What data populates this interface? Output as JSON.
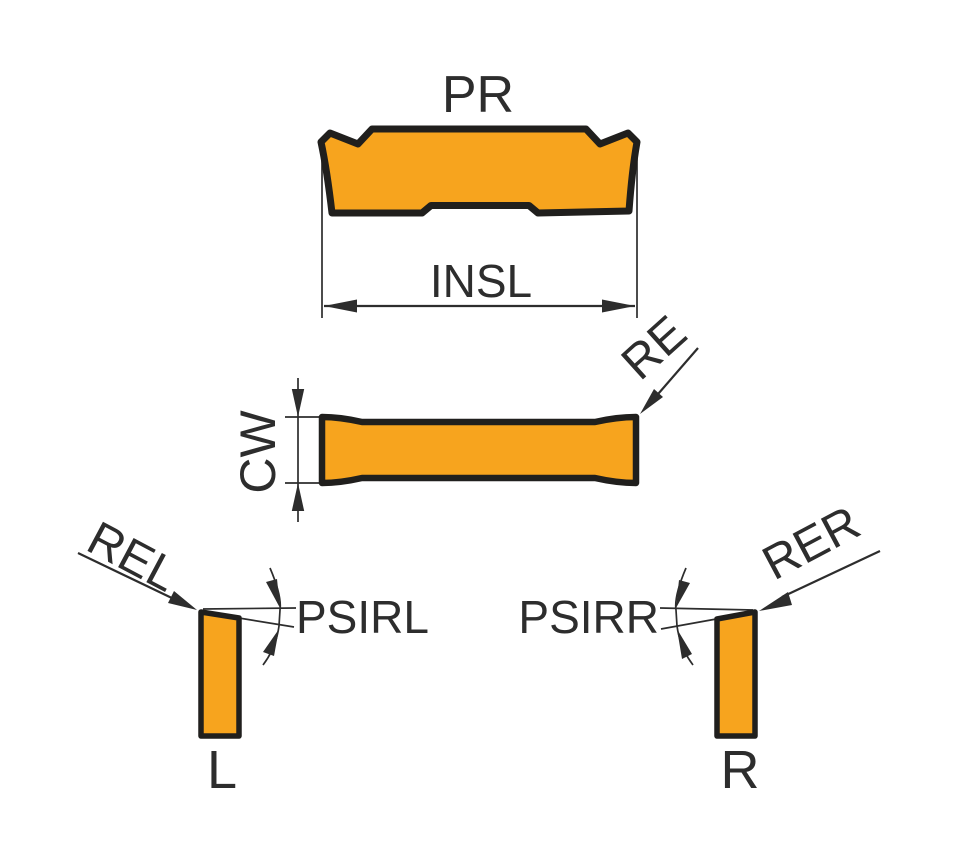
{
  "diagram": {
    "type": "cutting-insert-dimension-diagram",
    "top_view": {
      "style_label": "PR",
      "length_dimension": "INSL"
    },
    "side_view": {
      "width_dimension": "CW",
      "corner_radius_label": "RE"
    },
    "front_view_left": {
      "corner_radius_label": "REL",
      "lead_angle_label": "PSIRL",
      "hand_label": "L"
    },
    "front_view_right": {
      "corner_radius_label": "RER",
      "lead_angle_label": "PSIRR",
      "hand_label": "R"
    },
    "colors": {
      "insert_fill": "#f7a41e",
      "outline": "#201f1d",
      "text": "#2d2d2d",
      "background": "#ffffff"
    }
  }
}
